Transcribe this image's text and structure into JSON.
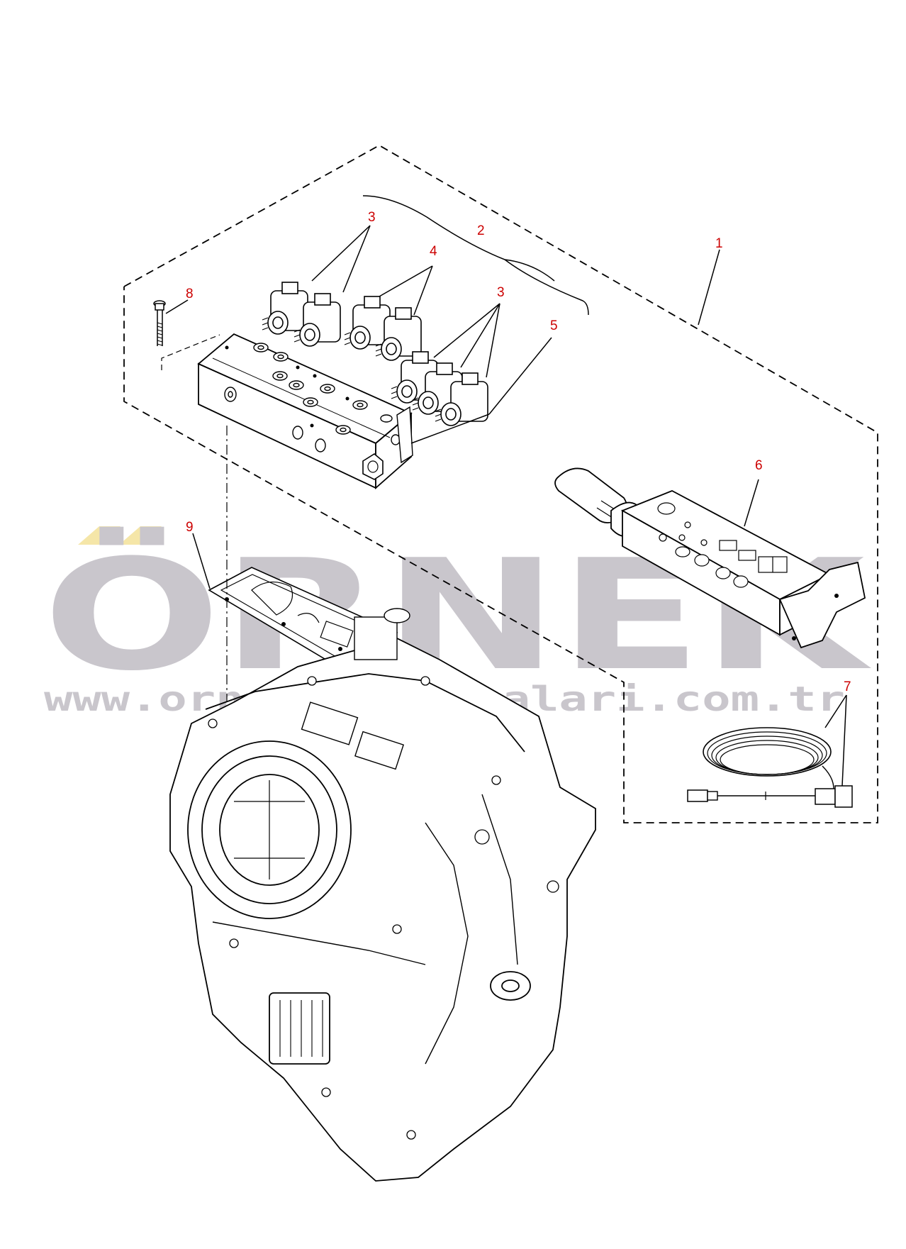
{
  "colors": {
    "line": "#000000",
    "callout_text": "#cc0000",
    "watermark_gray": "#c9c6cc",
    "watermark_accent": "#f5e6a8"
  },
  "callouts": {
    "c1": "1",
    "c2": "2",
    "c3a": "3",
    "c3b": "3",
    "c4": "4",
    "c5": "5",
    "c6": "6",
    "c7": "7",
    "c8": "8",
    "c9": "9"
  },
  "watermark": {
    "brand": "ÖRNEK",
    "url": "www.ornekismakinalari.com.tr"
  },
  "icons": {
    "bolt": "bolt-icon",
    "valve_block": "valve-block-icon",
    "solenoid": "solenoid-valve-icon",
    "gasket": "gasket-icon",
    "controller": "gear-selector-icon",
    "harness": "wiring-harness-icon",
    "housing": "transmission-housing-icon"
  }
}
